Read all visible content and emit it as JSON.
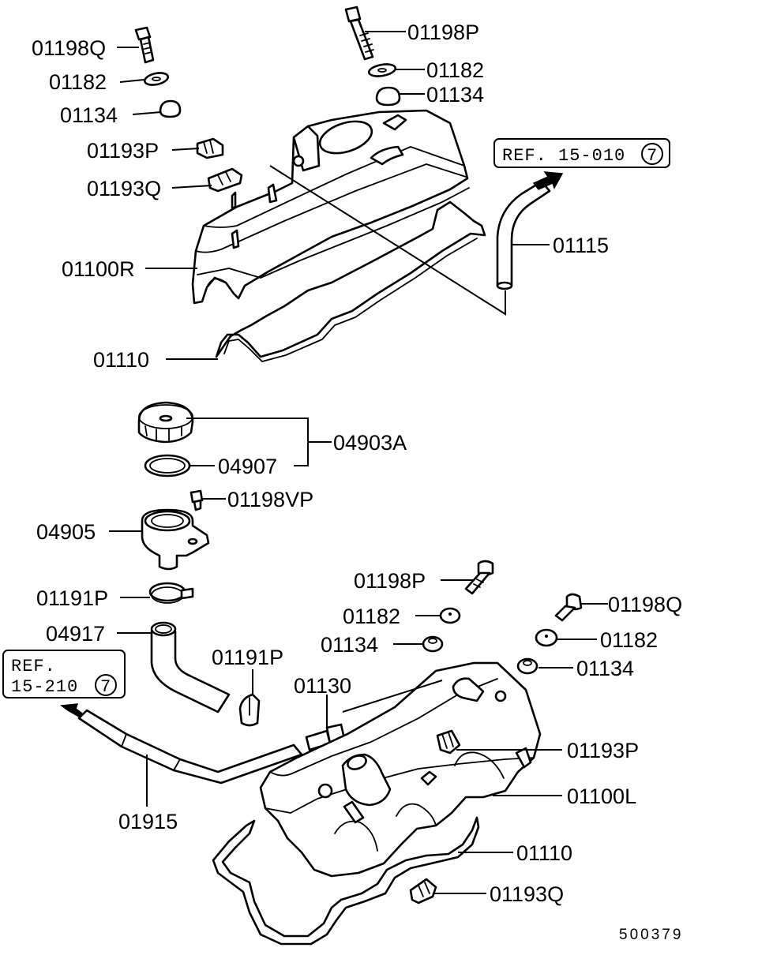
{
  "labels": {
    "l01198Q_top": "01198Q",
    "l01182_top_left": "01182",
    "l01134_top_left": "01134",
    "l01198P_top": "01198P",
    "l01182_top_right": "01182",
    "l01134_top_right": "01134",
    "l01193P_top": "01193P",
    "l01193Q_top": "01193Q",
    "l01100R": "01100R",
    "l01115": "01115",
    "l01110_top": "01110",
    "l04903A": "04903A",
    "l04907": "04907",
    "l01198VP": "01198VP",
    "l04905": "04905",
    "l01191P_left": "01191P",
    "l04917": "04917",
    "l01191P_mid": "01191P",
    "l01130": "01130",
    "l01915": "01915",
    "l01198P_mid": "01198P",
    "l01182_mid": "01182",
    "l01134_mid": "01134",
    "l01198Q_right": "01198Q",
    "l01182_right": "01182",
    "l01134_right": "01134",
    "l01193P_bottom": "01193P",
    "l01100L": "01100L",
    "l01110_bottom": "01110",
    "l01193Q_bottom": "01193Q"
  },
  "refs": {
    "ref_top_text": "REF. 15-010",
    "ref_top_num": "7",
    "ref_left_line1": "REF.",
    "ref_left_line2": "15-210",
    "ref_left_num": "7"
  },
  "diagram_id": "500379"
}
